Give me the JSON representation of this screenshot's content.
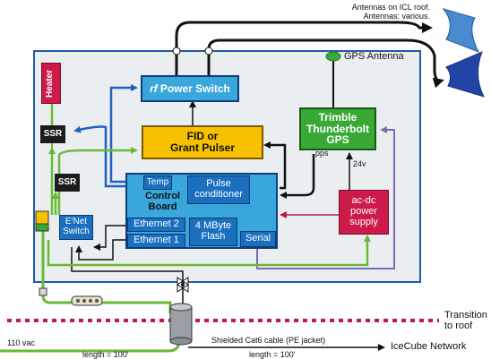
{
  "labels": {
    "antennas": "Antennas on ICL roof.\nAntennas: various.",
    "gps_antenna": "GPS Antenna",
    "heater": "Heater",
    "ssr": "SSR",
    "rf_power_switch_rf": "rf",
    "rf_power_switch": "Power Switch",
    "fid": "FID or\nGrant Pulser",
    "trimble": "Trimble\nThunderbolt\nGPS",
    "pps": "pps",
    "v24": "24v",
    "temp": "Temp",
    "control_board": "Control\nBoard",
    "pulse_conditioner": "Pulse\nconditioner",
    "ethernet2": "Ethernet 2",
    "ethernet1": "Ethernet 1",
    "flash": "4 MByte\nFlash",
    "serial": "Serial",
    "acdc": "ac-dc\npower\nsupply",
    "enet_switch": "E'Net\nSwitch",
    "transition": "Transition\nto roof",
    "vac": "110 vac",
    "length_left": "length = 100'",
    "length_right": "length = 100'",
    "cable": "Shielded Cat6 cable (PE jacket)",
    "icecube": "IceCube Network"
  },
  "colors": {
    "enclosure_fill": "#ebeef0",
    "enclosure_border": "#1f5aa8",
    "blue_box": "#3aa7dc",
    "yellow_box": "#f7c100",
    "green_box": "#39a935",
    "red_box": "#cc1a4a",
    "black_box": "#1c1c1c",
    "blue_line": "#2060c0",
    "green_line": "#66bb33",
    "purple_line": "#7a6cb0",
    "red_line": "#c0184b",
    "dotted_line": "#c0184b"
  }
}
